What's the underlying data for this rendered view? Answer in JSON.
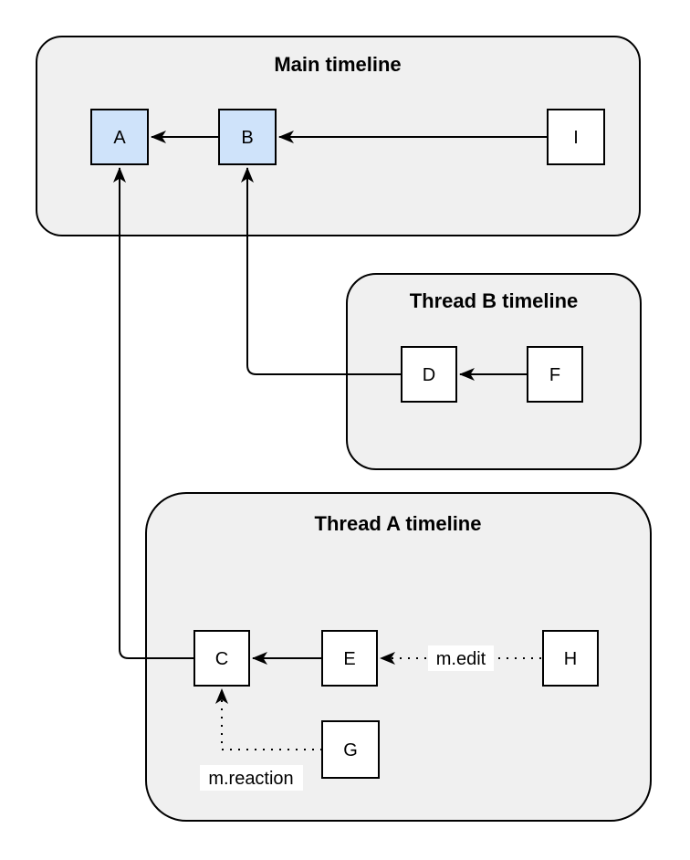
{
  "colors": {
    "canvas_bg": "#ffffff",
    "container_fill": "#f0f0f0",
    "container_stroke": "#000000",
    "node_fill": "#ffffff",
    "node_highlight_fill": "#cfe3fa",
    "node_stroke": "#000000",
    "edge_color": "#000000",
    "edge_label_bg": "#ffffff",
    "text_color": "#000000"
  },
  "diagram": {
    "type": "event-graph",
    "containers": [
      {
        "id": "main",
        "title": "Main timeline",
        "nodes": [
          "A",
          "B",
          "I"
        ]
      },
      {
        "id": "thread-b",
        "title": "Thread B timeline",
        "nodes": [
          "D",
          "F"
        ]
      },
      {
        "id": "thread-a",
        "title": "Thread A timeline",
        "nodes": [
          "C",
          "E",
          "H",
          "G"
        ]
      }
    ],
    "nodes": {
      "A": {
        "label": "A",
        "highlighted": true
      },
      "B": {
        "label": "B",
        "highlighted": true
      },
      "I": {
        "label": "I",
        "highlighted": false
      },
      "D": {
        "label": "D",
        "highlighted": false
      },
      "F": {
        "label": "F",
        "highlighted": false
      },
      "C": {
        "label": "C",
        "highlighted": false
      },
      "E": {
        "label": "E",
        "highlighted": false
      },
      "H": {
        "label": "H",
        "highlighted": false
      },
      "G": {
        "label": "G",
        "highlighted": false
      }
    },
    "edges": [
      {
        "from": "B",
        "to": "A",
        "style": "solid",
        "label": ""
      },
      {
        "from": "I",
        "to": "B",
        "style": "solid",
        "label": ""
      },
      {
        "from": "F",
        "to": "D",
        "style": "solid",
        "label": ""
      },
      {
        "from": "D",
        "to": "B",
        "style": "solid",
        "label": ""
      },
      {
        "from": "E",
        "to": "C",
        "style": "solid",
        "label": ""
      },
      {
        "from": "C",
        "to": "A",
        "style": "solid",
        "label": ""
      },
      {
        "from": "H",
        "to": "E",
        "style": "dotted",
        "label": "m.edit"
      },
      {
        "from": "G",
        "to": "C",
        "style": "dotted",
        "label": "m.reaction"
      }
    ]
  }
}
